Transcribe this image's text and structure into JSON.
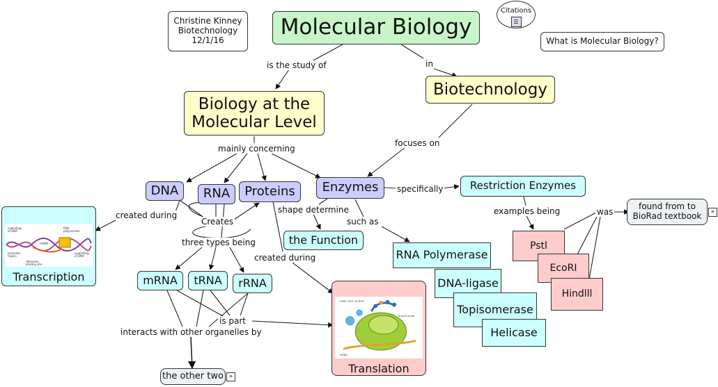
{
  "nodes": {
    "author": "Christine Kinney\nBiotechnology\n12/1/16",
    "molecular_biology": "Molecular Biology",
    "citations": "Citations",
    "what_is": "What is Molecular Biology?",
    "biology_molecular": "Biology at the\nMolecular Level",
    "biotechnology": "Biotechnology",
    "dna": "DNA",
    "rna": "RNA",
    "proteins": "Proteins",
    "enzymes": "Enzymes",
    "restriction_enzymes": "Restriction Enzymes",
    "found_from": "found from to\nBioRad textbook",
    "transcription": "Transcription",
    "the_function": "the Function",
    "rna_polymerase": "RNA Polymerase",
    "dna_ligase": "DNA-ligase",
    "topisomerase": "Topisomerase",
    "helicase": "Helicase",
    "pstl": "Pstl",
    "ecori": "EcoRI",
    "hindlll": "Hindlll",
    "mrna": "mRNA",
    "trna": "tRNA",
    "rrna": "rRNA",
    "translation": "Translation",
    "the_other_two": "the other two"
  },
  "links": {
    "is_the_study_of": "is the study of",
    "in": "in",
    "focuses_on": "focuses on",
    "mainly_concerning": "mainly concerning",
    "specifically": "specifically",
    "examples_being": "examples being",
    "was": "was",
    "created_during_1": "created during",
    "creates": "Creates",
    "shape_determine": "shape determine",
    "such_as": "such as",
    "three_types_being": "three types being",
    "created_during_2": "created during",
    "is_part": "is part",
    "interacts_with": "interacts with other organelles by"
  },
  "transcription_image": {
    "labels": [
      "rewinding\nof DNA",
      "RNA\npolymerase",
      "promoter\nregion",
      "mRNA",
      "unwinding\nof DNA",
      "ribosome\nbinding site"
    ]
  },
  "colors": {
    "title_green": "#c8f5c8",
    "yellow": "#ffffcc",
    "lavender": "#ccccff",
    "cyan": "#ccffff",
    "pink": "#ffcccc"
  },
  "icons": [
    "document-icon",
    "expand-arrow-icon"
  ]
}
